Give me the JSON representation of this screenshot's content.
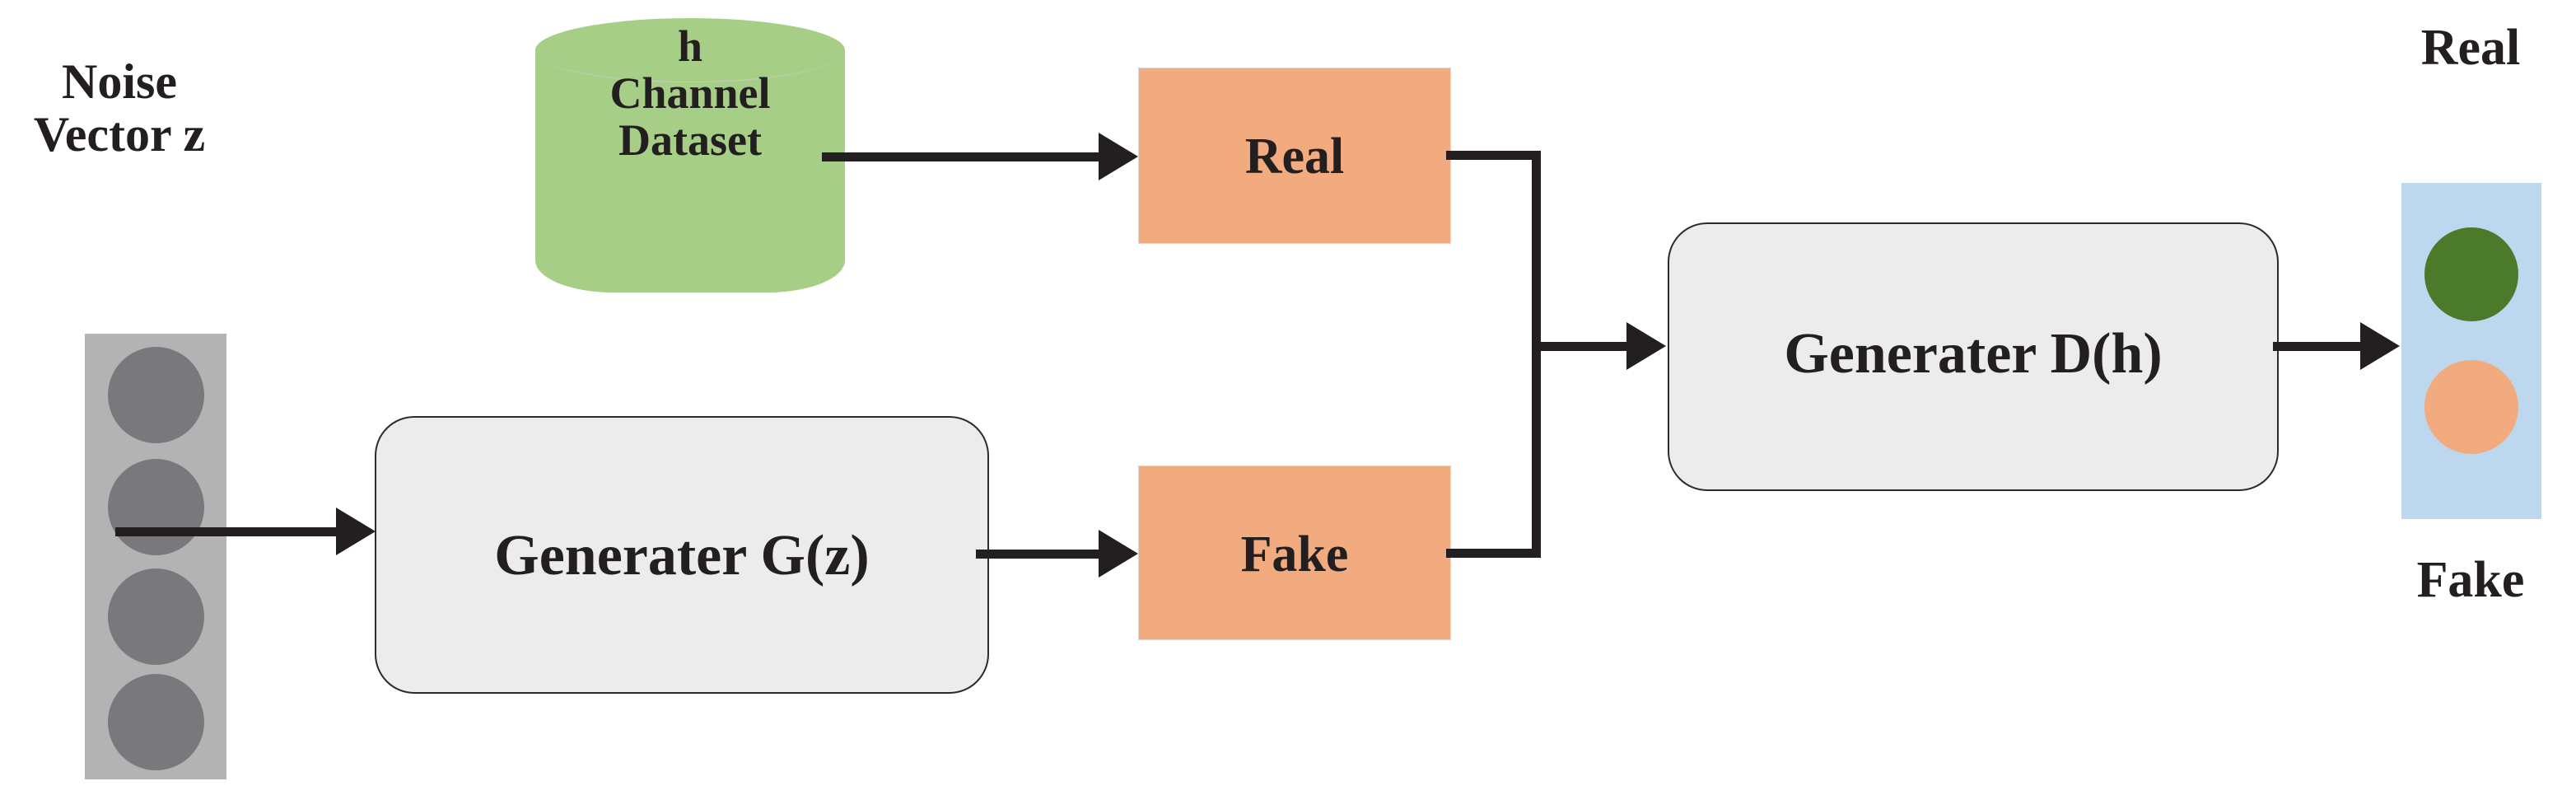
{
  "diagram": {
    "title": "GAN channel-generation block diagram",
    "noise": {
      "label": "Noise\nVector z",
      "dot_count": 4,
      "block_color": "#b3b3b3",
      "dot_color": "#79797d"
    },
    "dataset": {
      "label": "h\nChannel\nDataset",
      "shape": "cylinder",
      "color": "#a6ce87"
    },
    "generator": {
      "label": "Generater G(z)",
      "color": "#ececec"
    },
    "discriminator": {
      "label": "Generater D(h)",
      "color": "#ececec"
    },
    "io_boxes": {
      "real_label": "Real",
      "fake_label": "Fake",
      "color": "#f2ab7e"
    },
    "output": {
      "real_label": "Real",
      "fake_label": "Fake",
      "panel_color": "#bdd7ee",
      "real_dot_color": "#4c7a2b",
      "fake_dot_color": "#f2ab7e"
    },
    "connector_color": "#231f20"
  }
}
